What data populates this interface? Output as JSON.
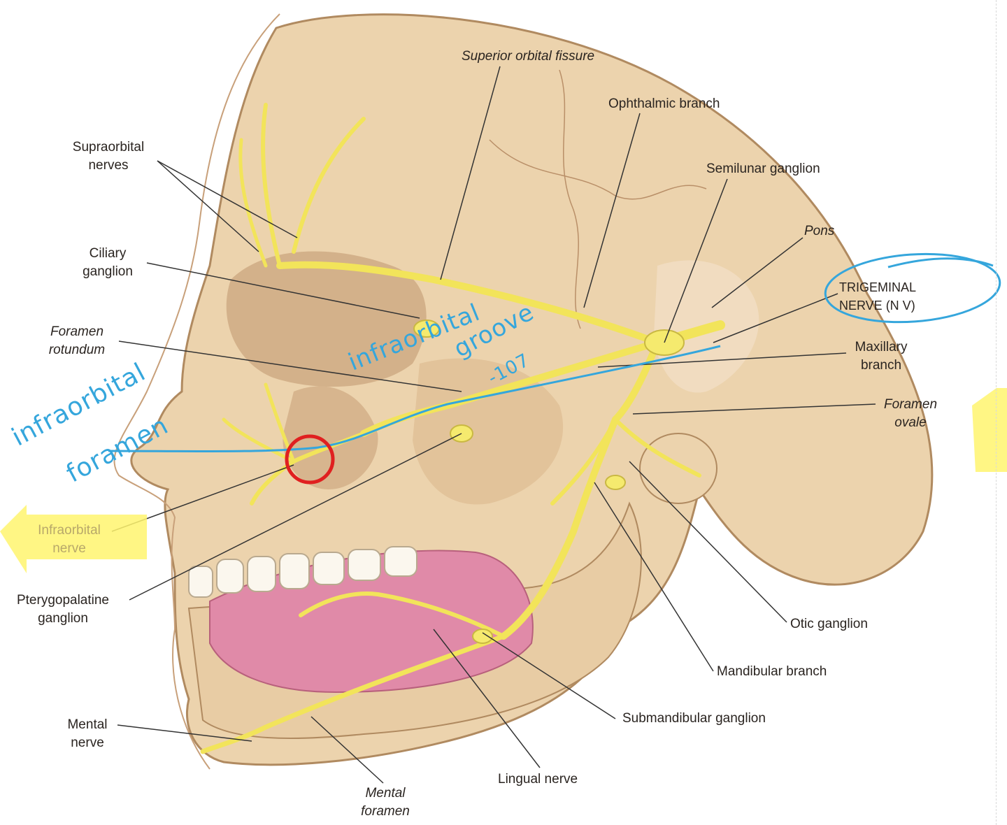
{
  "labels": {
    "superior_orbital_fissure": "Superior orbital fissure",
    "ophthalmic_branch": "Ophthalmic branch",
    "supraorbital_nerves": "Supraorbital\nnerves",
    "semilunar_ganglion": "Semilunar ganglion",
    "pons": "Pons",
    "ciliary_ganglion": "Ciliary\nganglion",
    "trigeminal_nerve": "TRIGEMINAL\nNERVE (N V)",
    "foramen_rotundum": "Foramen\nrotundum",
    "maxillary_branch": "Maxillary\nbranch",
    "foramen_ovale": "Foramen\novale",
    "infraorbital_nerve": "Infraorbital\nnerve",
    "pterygopalatine_ganglion": "Pterygopalatine\nganglion",
    "otic_ganglion": "Otic ganglion",
    "mandibular_branch": "Mandibular branch",
    "submandibular_ganglion": "Submandibular ganglion",
    "mental_nerve": "Mental\nnerve",
    "lingual_nerve": "Lingual nerve",
    "mental_foramen": "Mental\nforamen"
  },
  "annotations": {
    "infraorbital_groove": "infraorbital",
    "groove": "groove",
    "arrow_text": "-107",
    "infraorbital_foramen": "infraorbital",
    "foramen": "foramen"
  },
  "colors": {
    "bone": "#ecd3ad",
    "bone_shadow": "#c9a27a",
    "nerve": "#f2e45a",
    "tongue": "#e08aa8",
    "ink_blue": "#35a6dc",
    "ink_red": "#e02020",
    "highlight": "#fff46e"
  }
}
